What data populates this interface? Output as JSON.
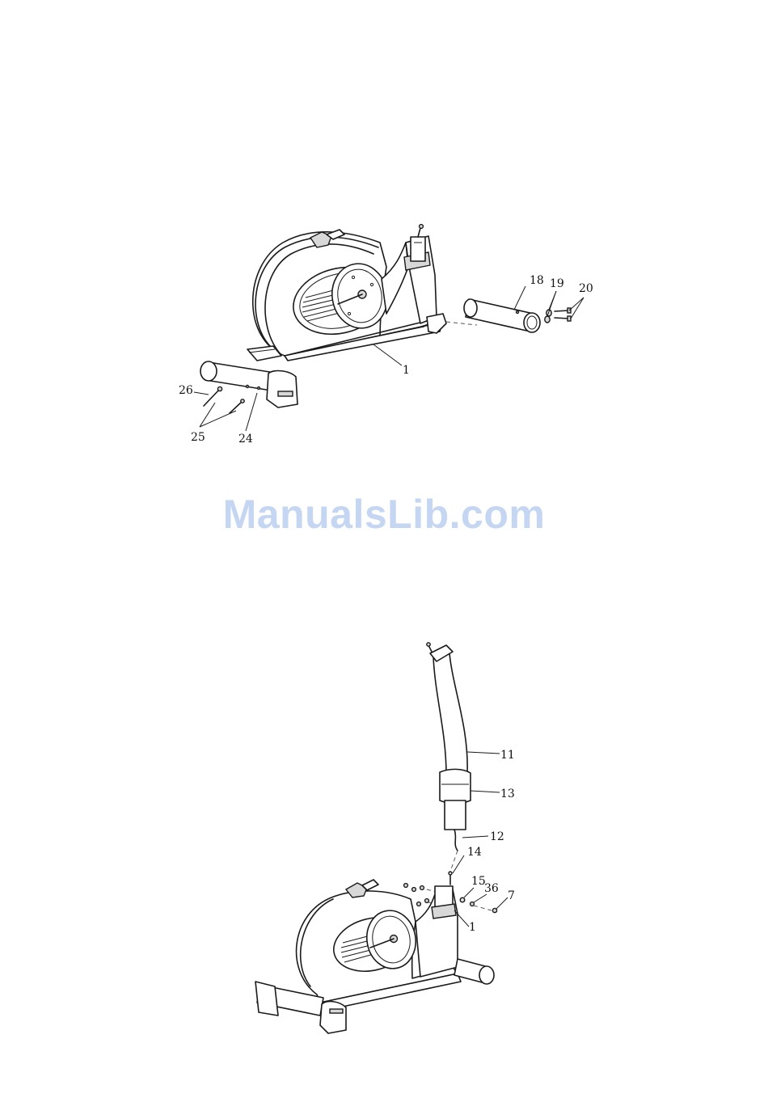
{
  "watermark": "ManualsLib.com",
  "figure1": {
    "labels": {
      "l18": "18",
      "l19": "19",
      "l20": "20",
      "l1": "1",
      "l26": "26",
      "l25": "25",
      "l24": "24"
    }
  },
  "figure2": {
    "labels": {
      "l11": "11",
      "l13": "13",
      "l12": "12",
      "l14": "14",
      "l15": "15",
      "l36": "36",
      "l7": "7",
      "l1": "1"
    }
  }
}
